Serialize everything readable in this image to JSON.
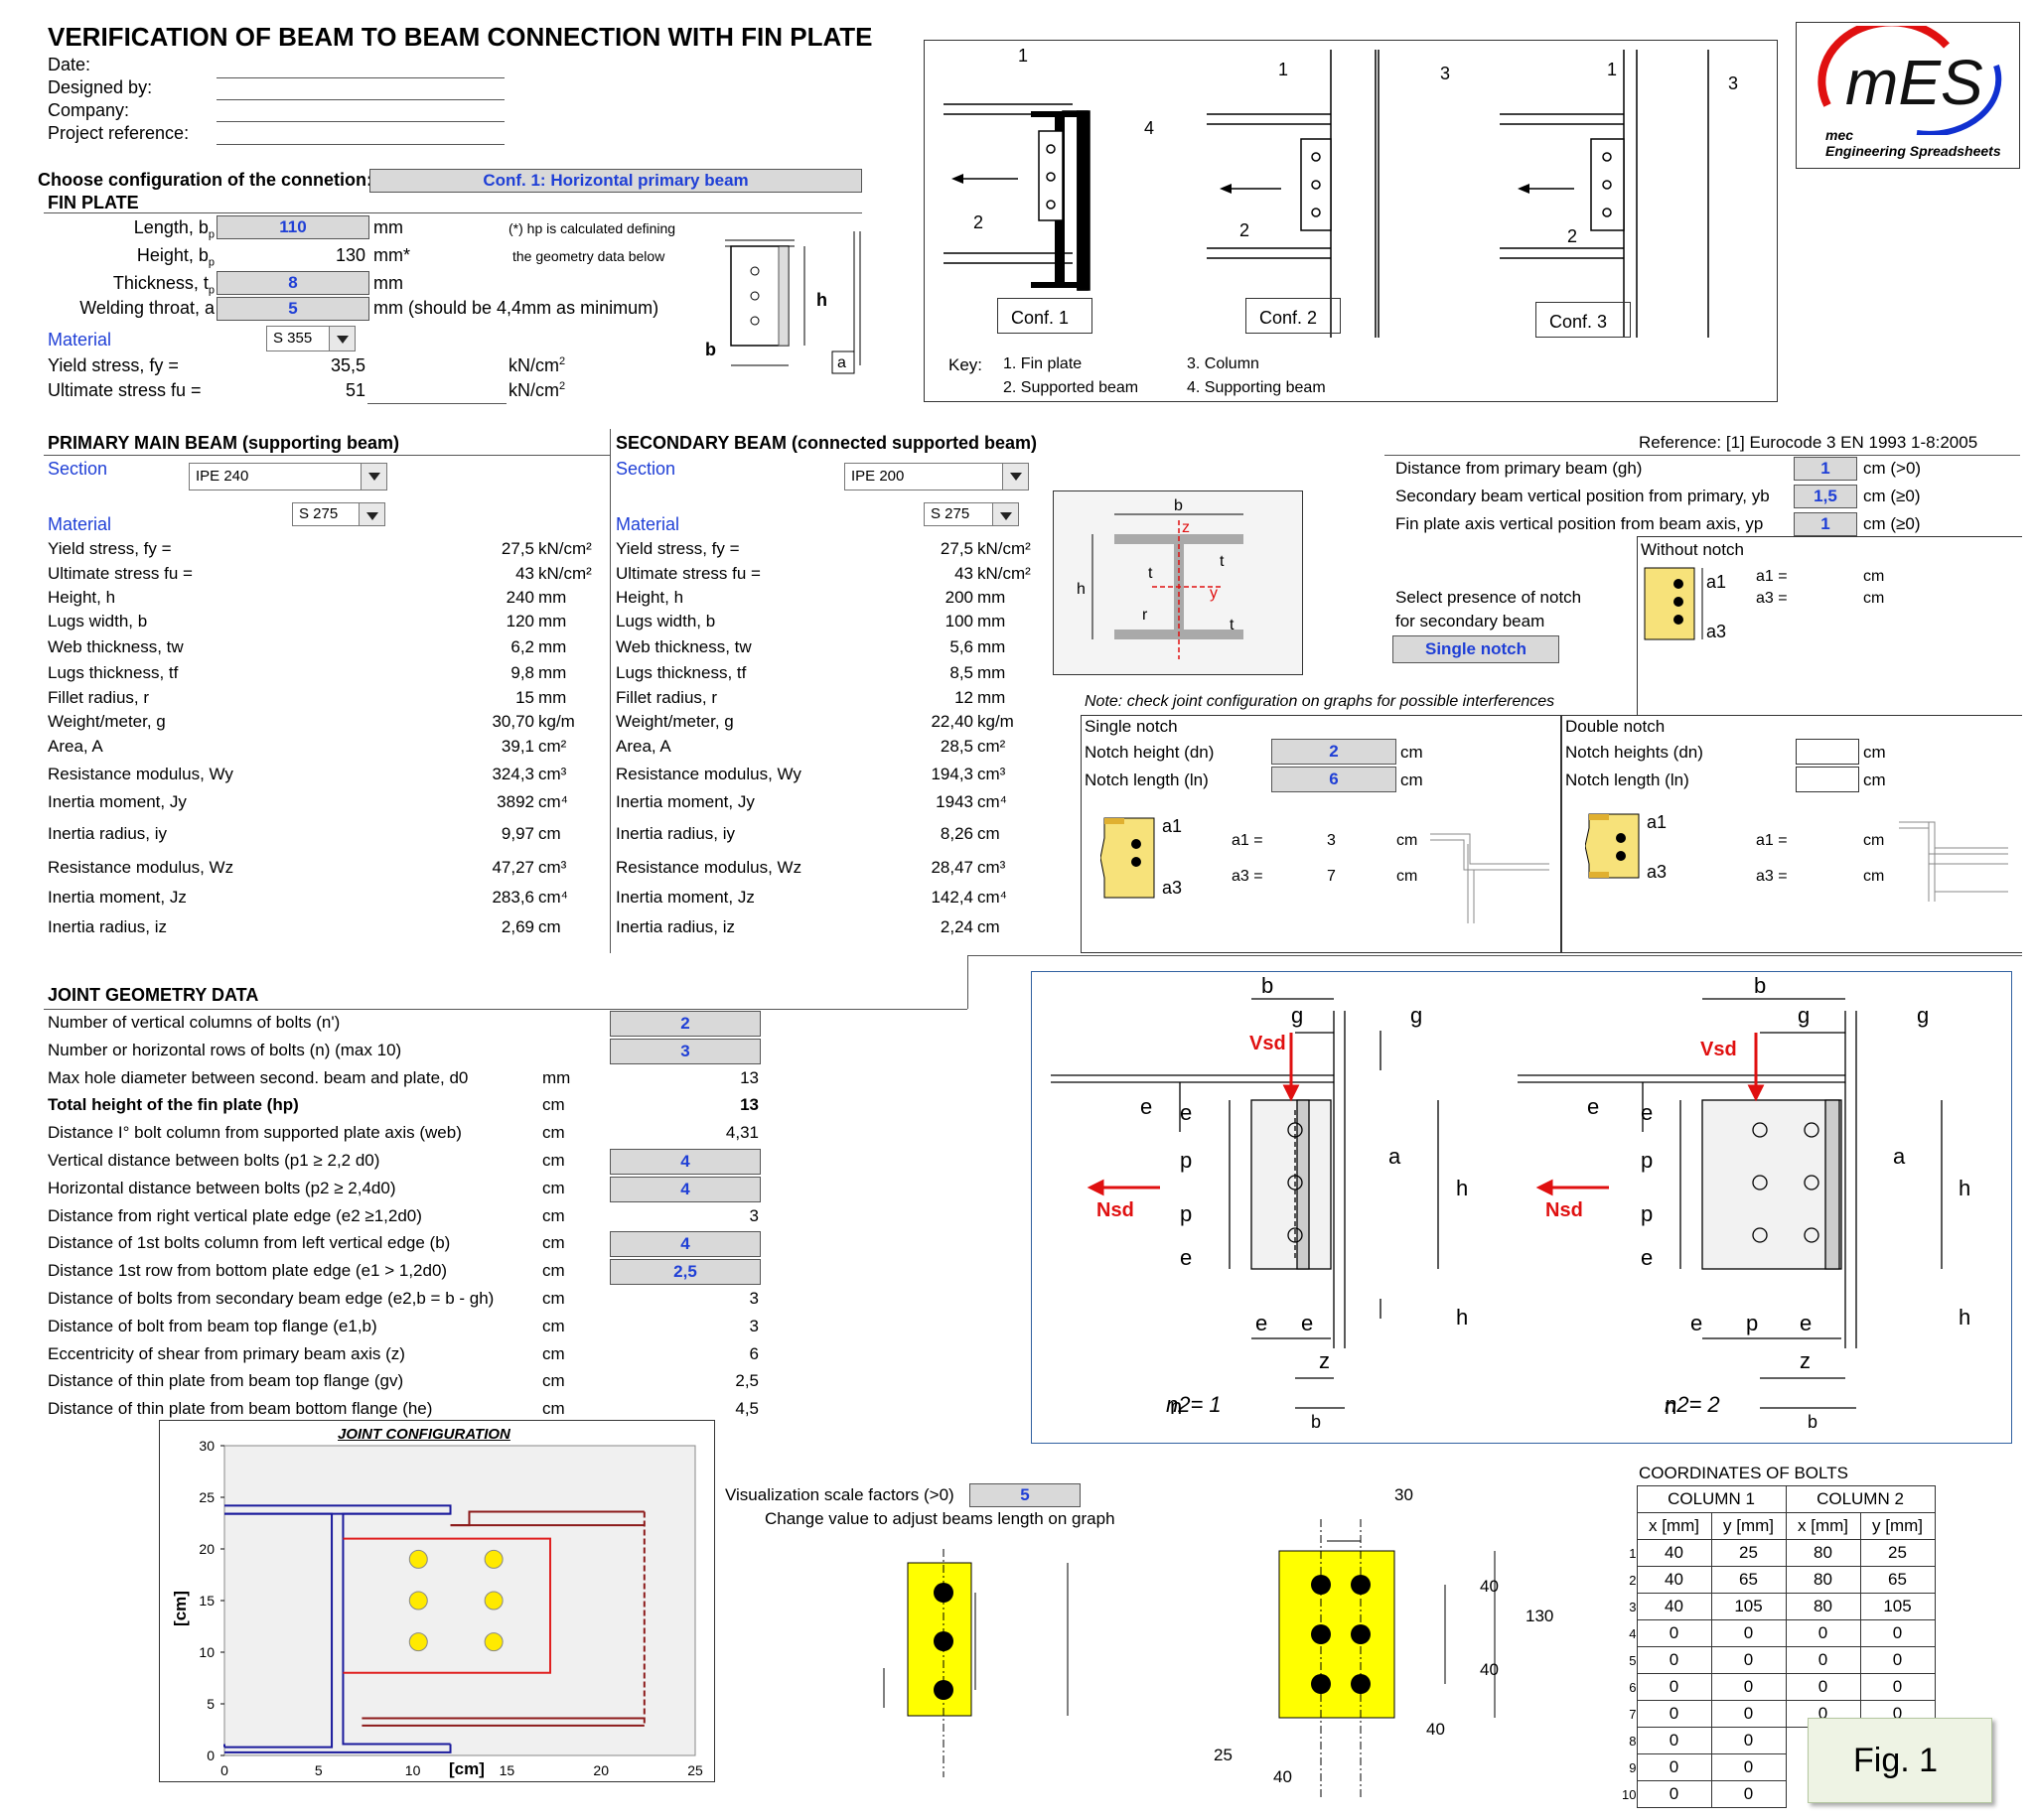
{
  "header": {
    "title": "VERIFICATION OF BEAM TO BEAM CONNECTION WITH FIN PLATE",
    "fields": [
      "Date:",
      "Designed by:",
      "Company:",
      "Project reference:"
    ]
  },
  "config": {
    "label": "Choose configuration of the connetion:",
    "value": "Conf. 1: Horizontal primary beam"
  },
  "fin_plate": {
    "title": "FIN PLATE",
    "length_label": "Length, b",
    "length_value": "110",
    "length_unit": "mm",
    "height_label": "Height, b",
    "height_value": "130",
    "height_unit": "mm*",
    "thickness_label": "Thickness, t",
    "thickness_value": "8",
    "thickness_unit": "mm",
    "weld_label": "Welding throat, a",
    "weld_value": "5",
    "weld_unit": "mm (should be 4,4mm as minimum)",
    "note1": "(*) hp is calculated defining",
    "note2": "the geometry data below",
    "material_label": "Material",
    "material_value": "S 355",
    "fy_label": "Yield stress, fy =",
    "fy_value": "35,5",
    "fy_unit": "kN/cm",
    "fu_label": "Ultimate stress fu =",
    "fu_value": "51",
    "fu_unit": "kN/cm"
  },
  "conf_figure": {
    "conf1": "Conf. 1",
    "conf2": "Conf. 2",
    "conf3": "Conf. 3",
    "key": "Key:",
    "k1": "1. Fin plate",
    "k2": "2. Supported beam",
    "k3": "3. Column",
    "k4": "4. Supporting beam"
  },
  "logo": {
    "brand": "mES",
    "line1": "mec",
    "line2": "Engineering Spreadsheets"
  },
  "primary": {
    "title": "PRIMARY MAIN BEAM (supporting beam)",
    "section_label": "Section",
    "section_value": "IPE 240",
    "material_label": "Material",
    "material_value": "S 275",
    "rows": [
      [
        "Yield stress, fy =",
        "27,5",
        "kN/cm²"
      ],
      [
        "Ultimate stress fu =",
        "43",
        "kN/cm²"
      ],
      [
        "Height, h",
        "240",
        "mm"
      ],
      [
        "Lugs width, b",
        "120",
        "mm"
      ],
      [
        "Web thickness, tw",
        "6,2",
        "mm"
      ],
      [
        "Lugs thickness, tf",
        "9,8",
        "mm"
      ],
      [
        "Fillet radius, r",
        "15",
        "mm"
      ],
      [
        "Weight/meter, g",
        "30,70",
        "kg/m"
      ],
      [
        "Area, A",
        "39,1",
        "cm²"
      ],
      [
        "Resistance modulus, Wy",
        "324,3",
        "cm³"
      ],
      [
        "Inertia moment, Jy",
        "3892",
        "cm⁴"
      ],
      [
        "Inertia radius, iy",
        "9,97",
        "cm"
      ],
      [
        "Resistance modulus, Wz",
        "47,27",
        "cm³"
      ],
      [
        "Inertia moment, Jz",
        "283,6",
        "cm⁴"
      ],
      [
        "Inertia radius, iz",
        "2,69",
        "cm"
      ]
    ]
  },
  "secondary": {
    "title": "SECONDARY BEAM (connected supported beam)",
    "section_label": "Section",
    "section_value": "IPE 200",
    "material_label": "Material",
    "material_value": "S 275",
    "rows": [
      [
        "Yield stress, fy =",
        "27,5",
        "kN/cm²"
      ],
      [
        "Ultimate stress fu =",
        "43",
        "kN/cm²"
      ],
      [
        "Height, h",
        "200",
        "mm"
      ],
      [
        "Lugs width, b",
        "100",
        "mm"
      ],
      [
        "Web thickness, tw",
        "5,6",
        "mm"
      ],
      [
        "Lugs thickness, tf",
        "8,5",
        "mm"
      ],
      [
        "Fillet radius, r",
        "12",
        "mm"
      ],
      [
        "Weight/meter, g",
        "22,40",
        "kg/m"
      ],
      [
        "Area, A",
        "28,5",
        "cm²"
      ],
      [
        "Resistance modulus, Wy",
        "194,3",
        "cm³"
      ],
      [
        "Inertia moment, Jy",
        "1943",
        "cm⁴"
      ],
      [
        "Inertia radius, iy",
        "8,26",
        "cm"
      ],
      [
        "Resistance modulus, Wz",
        "28,47",
        "cm³"
      ],
      [
        "Inertia moment, Jz",
        "142,4",
        "cm⁴"
      ],
      [
        "Inertia radius, iz",
        "2,24",
        "cm"
      ]
    ]
  },
  "reference": "Reference: [1] Eurocode 3 EN 1993 1-8:2005",
  "distances": [
    [
      "Distance from primary beam (gh)",
      "1",
      "cm (>0)"
    ],
    [
      "Secondary beam vertical position from primary, yb",
      "1,5",
      "cm (≥0)"
    ],
    [
      "Fin plate axis vertical position from beam axis, yp",
      "1",
      "cm (≥0)"
    ]
  ],
  "notch": {
    "select_label1": "Select presence of notch",
    "select_label2": "for secondary beam",
    "select_value": "Single notch",
    "without_title": "Without notch",
    "a1": "a1 =",
    "a3": "a3 =",
    "cm": "cm",
    "note": "Note: check joint configuration on graphs for possible interferences",
    "single_title": "Single notch",
    "dn_label": "Notch height (dn)",
    "dn_value": "2",
    "ln_label": "Notch length (ln)",
    "ln_value": "6",
    "single_a1": "3",
    "single_a3": "7",
    "double_title": "Double notch",
    "ddn_label": "Notch heights (dn)",
    "dln_label": "Notch length (ln)"
  },
  "joint": {
    "title": "JOINT GEOMETRY DATA",
    "rows": [
      [
        "Number of vertical columns of bolts (n')",
        "",
        "2",
        true
      ],
      [
        "Number or horizontal rows of bolts (n) (max 10)",
        "",
        "3",
        true
      ],
      [
        "Max hole diameter between second. beam and plate, d0",
        "mm",
        "13",
        false
      ],
      [
        "Total height of the fin plate (hp)",
        "cm",
        "13",
        false
      ],
      [
        "Distance I° bolt column from supported plate axis (web)",
        "cm",
        "4,31",
        false
      ],
      [
        "Vertical distance between bolts (p1 ≥ 2,2 d0)",
        "cm",
        "4",
        true
      ],
      [
        "Horizontal distance between bolts (p2 ≥ 2,4d0)",
        "cm",
        "4",
        true
      ],
      [
        "Distance from right vertical plate edge (e2 ≥1,2d0)",
        "cm",
        "3",
        false
      ],
      [
        "Distance of 1st bolts column from left vertical edge (b)",
        "cm",
        "4",
        true
      ],
      [
        "Distance 1st row from bottom plate edge (e1 > 1,2d0)",
        "cm",
        "2,5",
        true
      ],
      [
        "Distance of bolts from secondary beam edge (e2,b = b - gh)",
        "cm",
        "3",
        false
      ],
      [
        "Distance of bolt from beam top flange (e1,b)",
        "cm",
        "3",
        false
      ],
      [
        "Eccentricity of shear from primary beam axis (z)",
        "cm",
        "6",
        false
      ],
      [
        "Distance of thin plate from beam top flange (gv)",
        "cm",
        "2,5",
        false
      ],
      [
        "Distance of thin plate from beam bottom flange (he)",
        "cm",
        "4,5",
        false
      ]
    ]
  },
  "diagram": {
    "n2a": "n2= 1",
    "n2b": "n2= 2",
    "vsd": "Vsd",
    "nsd": "Nsd"
  },
  "chart_data": {
    "type": "scatter",
    "title": "JOINT CONFIGURATION",
    "xlabel": "[cm]",
    "ylabel": "[cm]",
    "xlim": [
      0,
      25
    ],
    "ylim": [
      0,
      30
    ],
    "xticks": [
      0,
      5,
      10,
      15,
      20,
      25
    ],
    "yticks": [
      0,
      5,
      10,
      15,
      20,
      25,
      30
    ],
    "points": [
      [
        10.3,
        19
      ],
      [
        14.3,
        19
      ],
      [
        10.3,
        15
      ],
      [
        14.3,
        15
      ],
      [
        10.3,
        11
      ],
      [
        14.3,
        11
      ]
    ],
    "primary_color": "#1a1a9c",
    "secondary_color": "#8c1a1a",
    "plate_color": "#e02020",
    "bolt_color": "#ffea00"
  },
  "scale": {
    "label": "Visualization scale factors (>0)",
    "value": "5",
    "hint": "Change value to adjust beams length on graph"
  },
  "plate_dims": {
    "d30": "30",
    "d40a": "40",
    "d40b": "40",
    "d130": "130",
    "d40c": "40",
    "d25": "25",
    "d40d": "40"
  },
  "coords": {
    "title": "COORDINATES OF BOLTS",
    "col1": "COLUMN 1",
    "col2": "COLUMN 2",
    "heads": [
      "x [mm]",
      "y [mm]",
      "x [mm]",
      "y [mm]"
    ],
    "rows": [
      [
        "1",
        "40",
        "25",
        "80",
        "25"
      ],
      [
        "2",
        "40",
        "65",
        "80",
        "65"
      ],
      [
        "3",
        "40",
        "105",
        "80",
        "105"
      ],
      [
        "4",
        "0",
        "0",
        "0",
        "0"
      ],
      [
        "5",
        "0",
        "0",
        "0",
        "0"
      ],
      [
        "6",
        "0",
        "0",
        "0",
        "0"
      ],
      [
        "7",
        "0",
        "0",
        "0",
        "0"
      ],
      [
        "8",
        "0",
        "0",
        "",
        ""
      ],
      [
        "9",
        "0",
        "0",
        "",
        ""
      ],
      [
        "10",
        "0",
        "0",
        "",
        ""
      ]
    ]
  },
  "fig_label": "Fig. 1"
}
